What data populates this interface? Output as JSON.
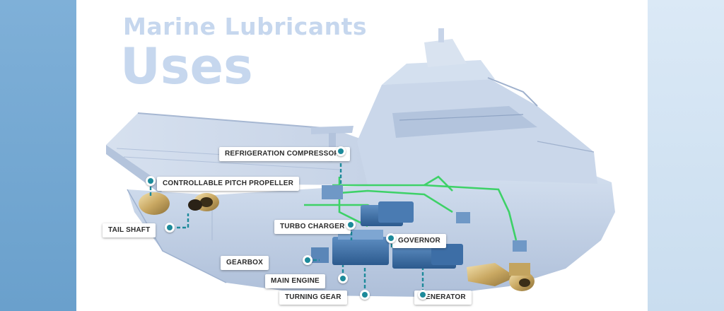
{
  "title_line1": "Marine Lubricants",
  "title_line2": "Uses",
  "labels": {
    "refrigeration_compressors": "REFRIGERATION COMPRESSORS",
    "controllable_pitch_propeller": "CONTROLLABLE PITCH PROPELLER",
    "tail_shaft": "TAIL SHAFT",
    "turbo_charger": "TURBO CHARGER",
    "governor": "GOVERNOR",
    "gearbox": "GEARBOX",
    "main_engine": "MAIN ENGINE",
    "turning_gear": "TURNING GEAR",
    "generator": "GENERATOR"
  },
  "colors": {
    "accent_teal": "#1d8a9a",
    "pipe_green": "#2fd15a",
    "hull": "#c3d1e6",
    "title": "#c6d7ee",
    "side_left": "#6aa0cc",
    "side_right": "#d3e3f2"
  }
}
